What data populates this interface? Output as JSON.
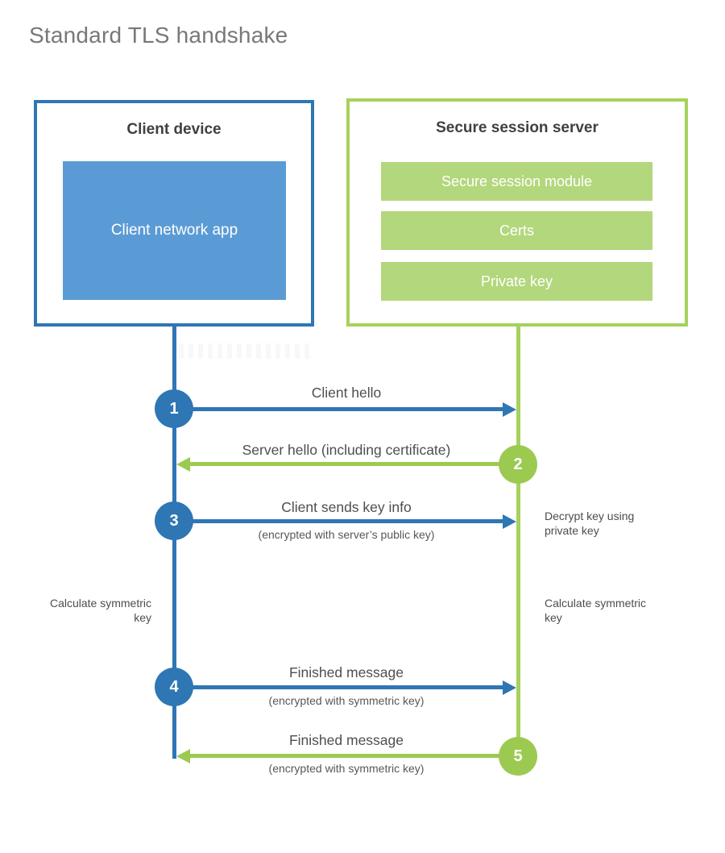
{
  "title": "Standard TLS handshake",
  "colors": {
    "blue_line": "#2f76b5",
    "blue_fill": "#5b9bd5",
    "green_line": "#a6d15c",
    "green_circle": "#9cca51",
    "green_fill": "#b3d77c",
    "header_text": "#3f4043",
    "label_text": "#4d4e52",
    "title_text": "#77787a"
  },
  "client": {
    "header": "Client device",
    "app": "Client network app"
  },
  "server": {
    "header": "Secure session server",
    "module1": "Secure session module",
    "module2": "Certs",
    "module3": "Private key"
  },
  "steps": [
    {
      "num": "1",
      "label": "Client hello",
      "direction": "client-to-server"
    },
    {
      "num": "2",
      "label": "Server hello (including certificate)",
      "direction": "server-to-client"
    },
    {
      "num": "3",
      "label": "Client sends key info",
      "sub": "(encrypted with server’s public key)",
      "direction": "client-to-server"
    },
    {
      "num": "4",
      "label": "Finished message",
      "sub": "(encrypted with symmetric key)",
      "direction": "client-to-server"
    },
    {
      "num": "5",
      "label": "Finished message",
      "sub": "(encrypted with symmetric key)",
      "direction": "server-to-client"
    }
  ],
  "notes": {
    "decrypt": "Decrypt key using private key",
    "calc_left": "Calculate symmetric key",
    "calc_right": "Calculate symmetric key"
  }
}
